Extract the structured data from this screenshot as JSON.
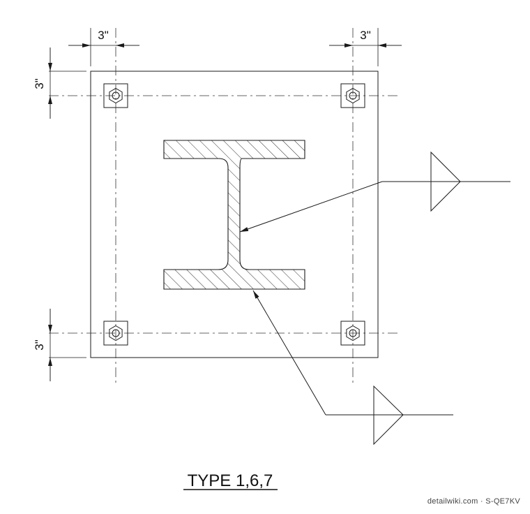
{
  "dimensions": {
    "top_left": "3\"",
    "top_right": "3\"",
    "left_top": "3\"",
    "left_bottom": "3\""
  },
  "title": "TYPE 1,6,7",
  "watermark": "detailwiki.com · S-QE7KV",
  "colors": {
    "line": "#1a1a1a",
    "background": "#ffffff"
  },
  "symbols": {
    "weld_symbol": "triangle-fillet-weld-icon",
    "section": "wide-flange-i-beam"
  }
}
